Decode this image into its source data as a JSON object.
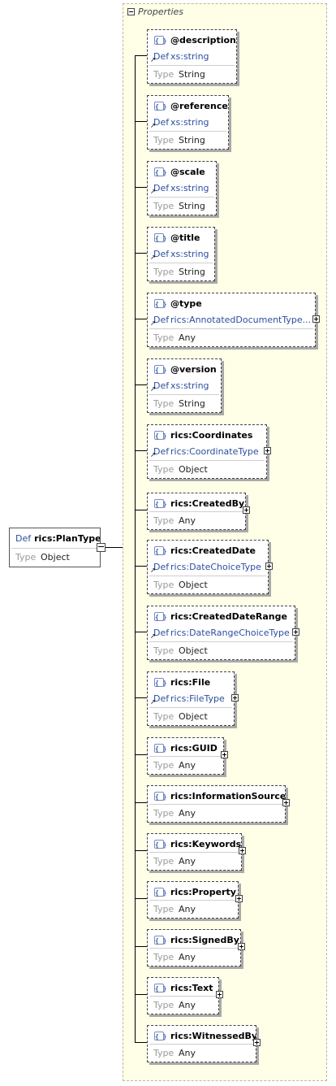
{
  "root": {
    "def_label": "Def",
    "name": "rics:PlanType",
    "type_label": "Type",
    "type": "Object"
  },
  "group_title": "Properties",
  "attr_icon": "{⊝}",
  "items": [
    {
      "name": "@description",
      "def_label": "Def",
      "def": "xs:string",
      "type_label": "Type",
      "type": "String",
      "expandable": false
    },
    {
      "name": "@reference",
      "def_label": "Def",
      "def": "xs:string",
      "type_label": "Type",
      "type": "String",
      "expandable": false
    },
    {
      "name": "@scale",
      "def_label": "Def",
      "def": "xs:string",
      "type_label": "Type",
      "type": "String",
      "expandable": false
    },
    {
      "name": "@title",
      "def_label": "Def",
      "def": "xs:string",
      "type_label": "Type",
      "type": "String",
      "expandable": false
    },
    {
      "name": "@type",
      "def_label": "Def",
      "def": "rics:AnnotatedDocumentType...",
      "type_label": "Type",
      "type": "Any",
      "expandable": true
    },
    {
      "name": "@version",
      "def_label": "Def",
      "def": "xs:string",
      "type_label": "Type",
      "type": "String",
      "expandable": false
    },
    {
      "name": "rics:Coordinates",
      "def_label": "Def",
      "def": "rics:CoordinateType",
      "type_label": "Type",
      "type": "Object",
      "expandable": true
    },
    {
      "name": "rics:CreatedBy",
      "type_label": "Type",
      "type": "Any",
      "expandable": true
    },
    {
      "name": "rics:CreatedDate",
      "def_label": "Def",
      "def": "rics:DateChoiceType",
      "type_label": "Type",
      "type": "Object",
      "expandable": true
    },
    {
      "name": "rics:CreatedDateRange",
      "def_label": "Def",
      "def": "rics:DateRangeChoiceType",
      "type_label": "Type",
      "type": "Object",
      "expandable": true
    },
    {
      "name": "rics:File",
      "def_label": "Def",
      "def": "rics:FileType",
      "type_label": "Type",
      "type": "Object",
      "expandable": true
    },
    {
      "name": "rics:GUID",
      "type_label": "Type",
      "type": "Any",
      "expandable": true
    },
    {
      "name": "rics:InformationSources",
      "type_label": "Type",
      "type": "Any",
      "expandable": true
    },
    {
      "name": "rics:Keywords",
      "type_label": "Type",
      "type": "Any",
      "expandable": true
    },
    {
      "name": "rics:Property",
      "type_label": "Type",
      "type": "Any",
      "expandable": true
    },
    {
      "name": "rics:SignedBy",
      "type_label": "Type",
      "type": "Any",
      "expandable": true
    },
    {
      "name": "rics:Text",
      "type_label": "Type",
      "type": "Any",
      "expandable": true
    },
    {
      "name": "rics:WitnessedBy",
      "type_label": "Type",
      "type": "Any",
      "expandable": true
    }
  ]
}
